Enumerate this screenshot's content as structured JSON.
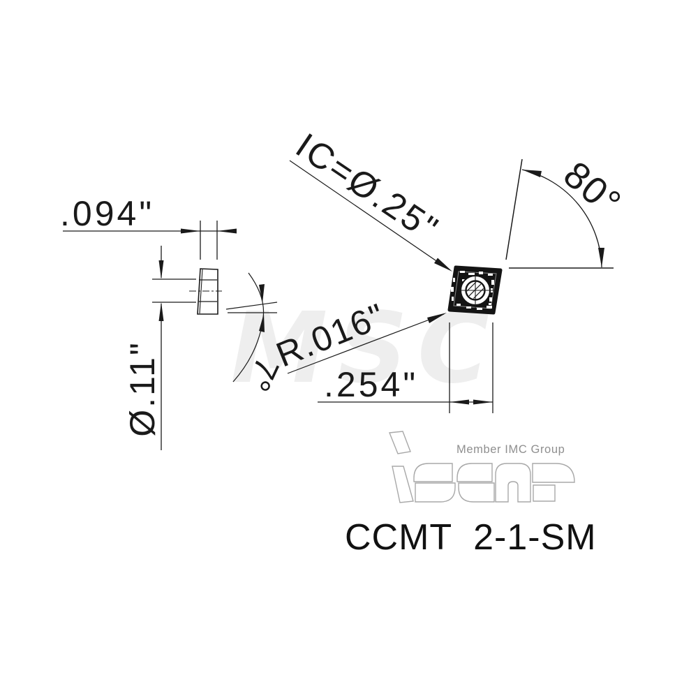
{
  "part_number": "CCMT  2-1-SM",
  "watermark": {
    "text": "MSC"
  },
  "logo": {
    "brand": "iscar",
    "tagline": "Member IMC Group"
  },
  "dimensions": {
    "thickness": {
      "label": ".094\""
    },
    "hole_diameter": {
      "label": "Ø.11\""
    },
    "inscribed_circle": {
      "label": "IC=Ø.25\""
    },
    "corner_radius": {
      "label": "R.016\""
    },
    "cutting_width": {
      "label": ".254\""
    },
    "nose_angle": {
      "label": "80°"
    },
    "clearance_angle": {
      "label": "7°"
    }
  },
  "colors": {
    "ink": "#1a1a1a",
    "insert_fill": "#141414",
    "logo_outline": "#a8a8a8",
    "tagline_gray": "#8f8f8f",
    "watermark_gray": "#eeeeee",
    "background": "#ffffff"
  }
}
